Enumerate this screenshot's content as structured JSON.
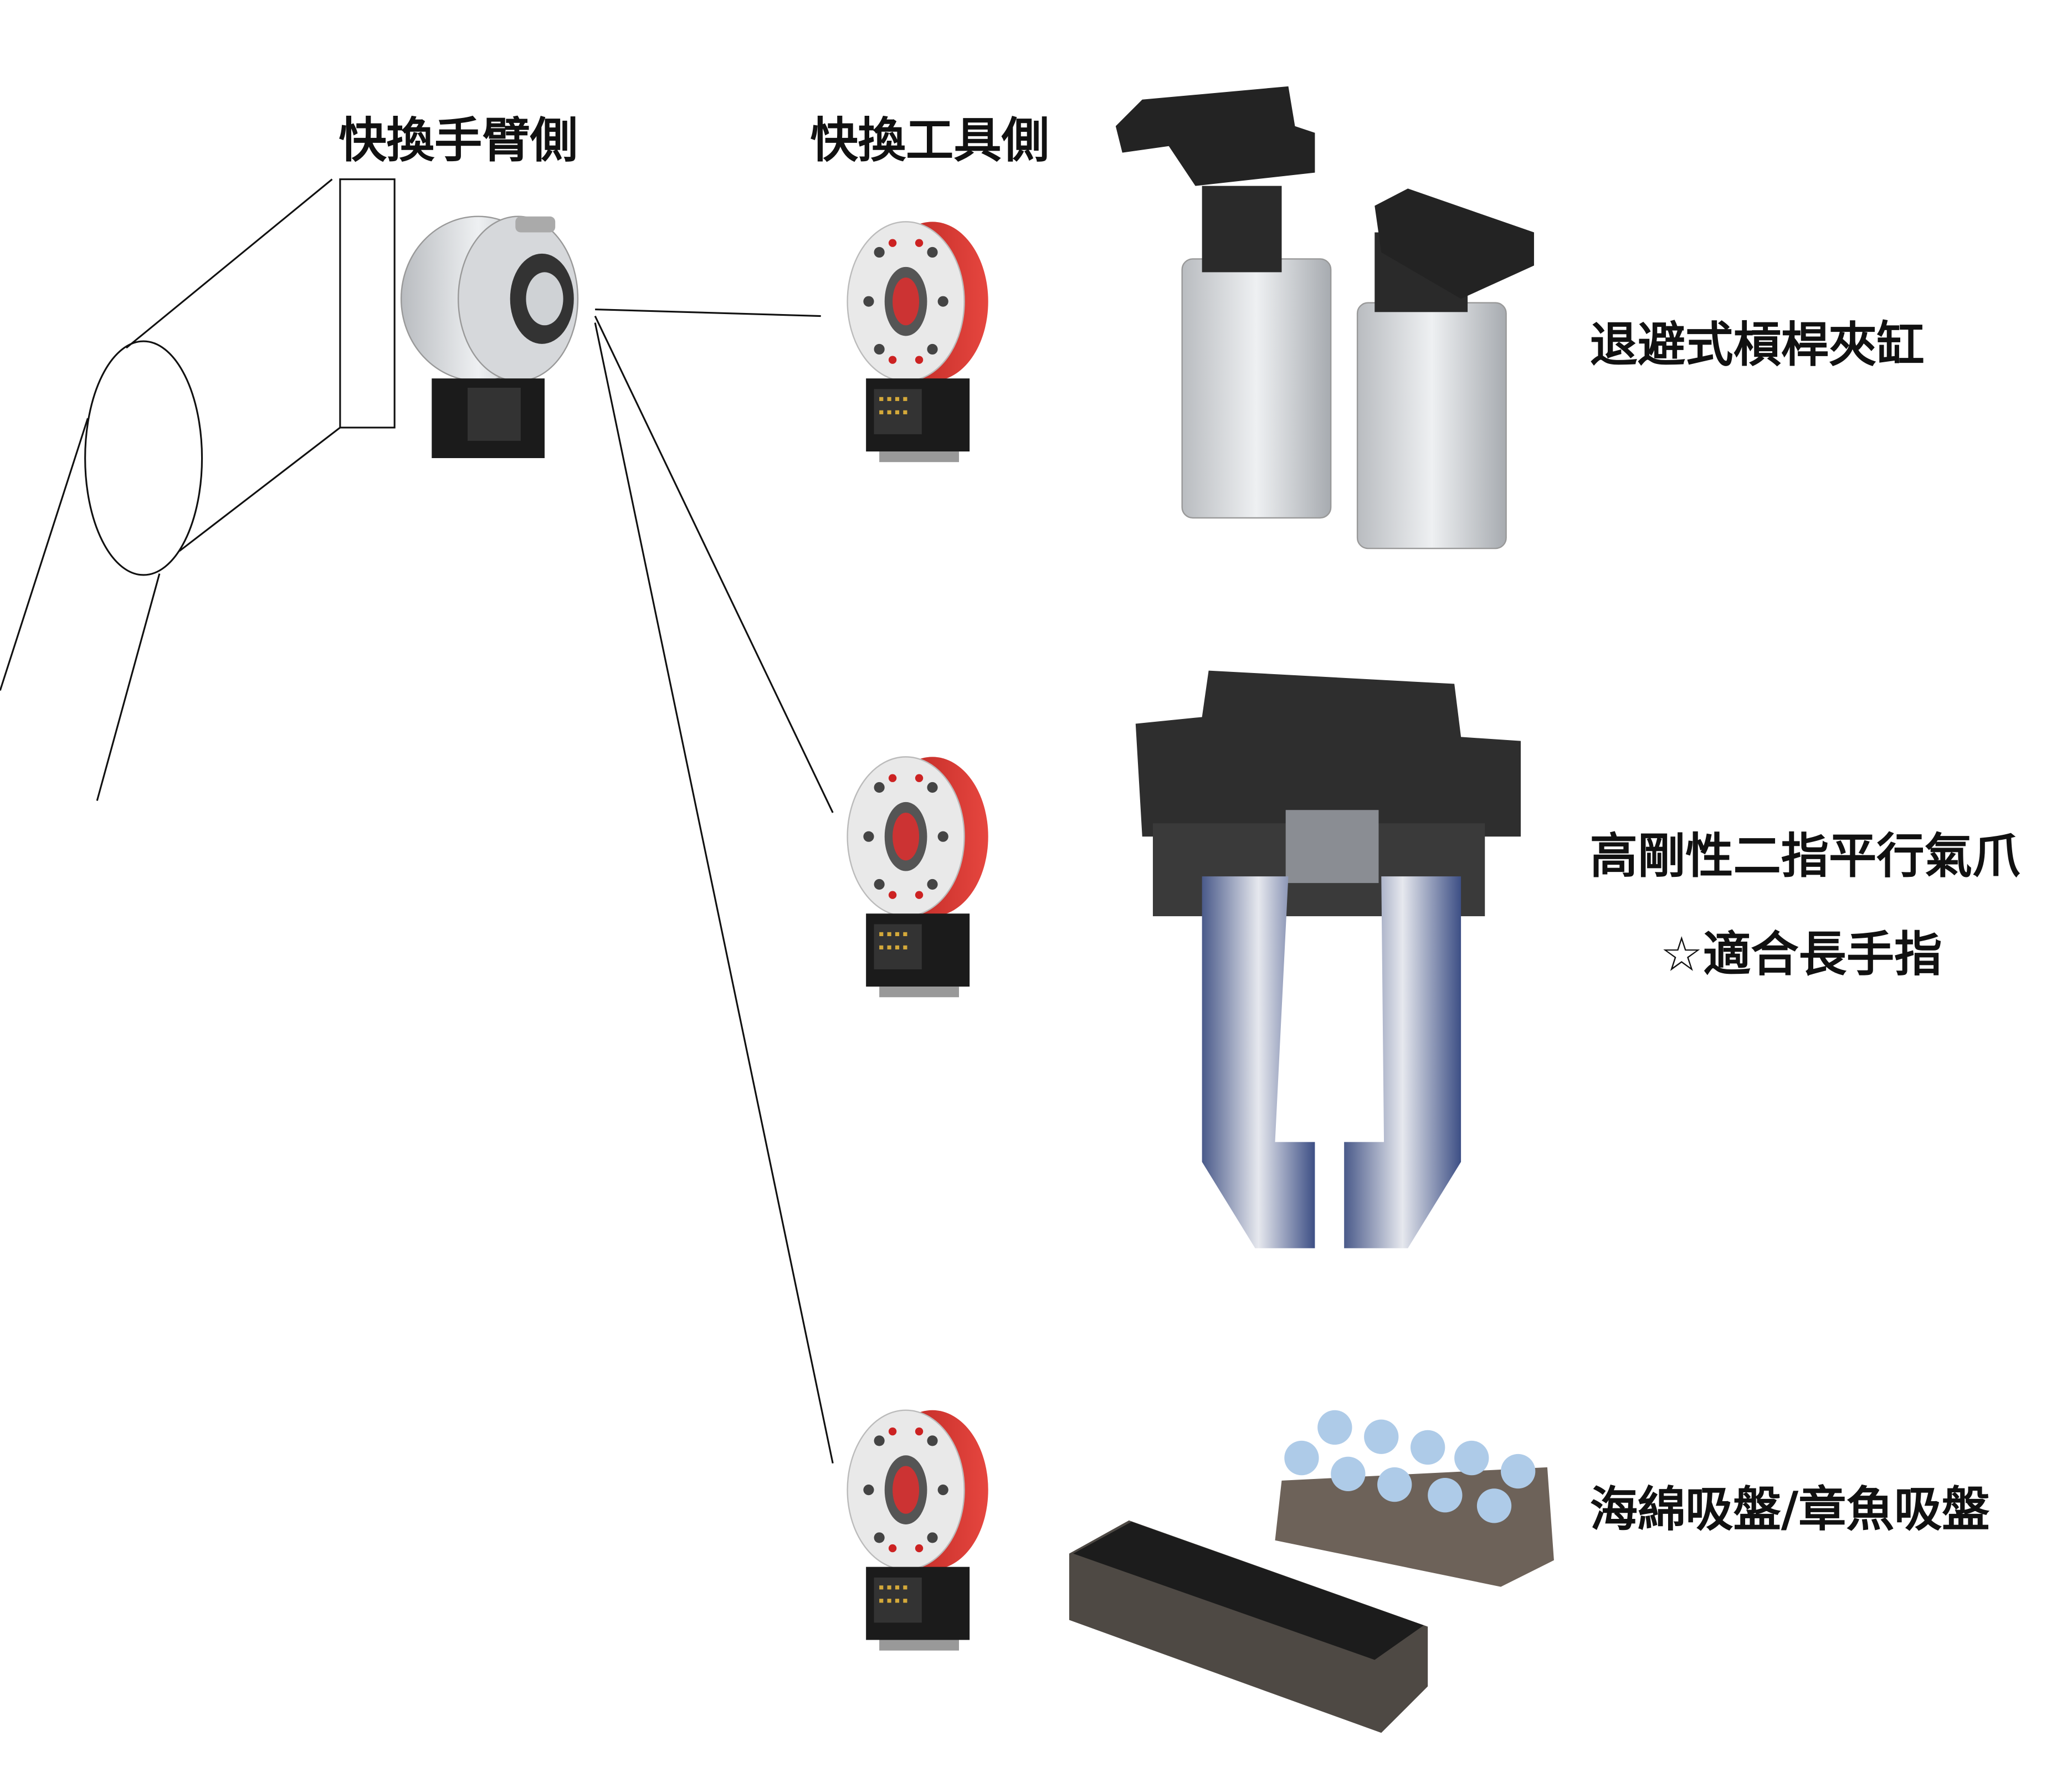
{
  "headers": {
    "arm_side": "快換手臂側",
    "tool_side": "快換工具側"
  },
  "tools": [
    {
      "label": "退避式槓桿夾缸"
    },
    {
      "label": "高剛性二指平行氣爪",
      "note": "☆適合長手指"
    },
    {
      "label": "海綿吸盤/章魚吸盤"
    }
  ],
  "colors": {
    "tool_changer_red": "#d8322e",
    "line": "#111111"
  }
}
